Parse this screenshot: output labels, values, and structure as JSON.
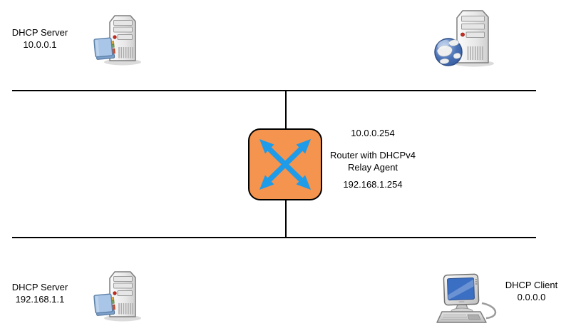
{
  "nodes": {
    "dhcp_server_top": {
      "name": "DHCP Server",
      "ip": "10.0.0.1"
    },
    "web_server": {
      "icon": "web-server-icon"
    },
    "router": {
      "ip_top": "10.0.0.254",
      "title_line1": "Router with DHCPv4",
      "title_line2": "Relay Agent",
      "ip_bottom": "192.168.1.254"
    },
    "dhcp_server_bottom": {
      "name": "DHCP Server",
      "ip": "192.168.1.1"
    },
    "dhcp_client": {
      "name": "DHCP Client",
      "ip": "0.0.0.0"
    }
  },
  "colors": {
    "background": "#FFFFFF",
    "segment_line": "#000000",
    "router_fill": "#F5944E",
    "router_border": "#000000",
    "router_arrows": "#1E9BE9",
    "screen_blue": "#3A6FC4",
    "globe_blue": "#4A71B5",
    "book_blue": "#A9C6E8"
  },
  "icons": {
    "dhcp_server": "directory-server-icon",
    "web_server": "web-server-globe-icon",
    "router": "crossed-arrows-router-icon",
    "client": "desktop-computer-icon"
  }
}
